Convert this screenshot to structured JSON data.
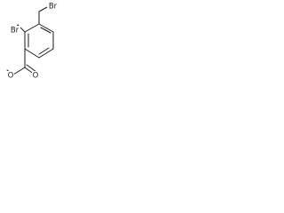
{
  "structure": {
    "atom_labels": {
      "bromine_top": "Br",
      "bromine_left": "Br",
      "carbonyl_oxygen": "O",
      "ester_oxygen": "O"
    }
  },
  "colors": {
    "bond": "#1a1a1a",
    "background": "#ffffff"
  }
}
